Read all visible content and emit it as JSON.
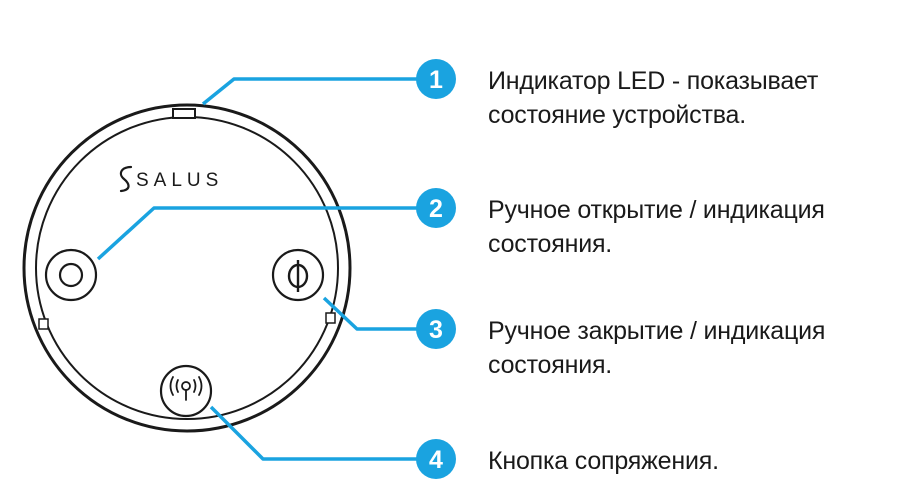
{
  "colors": {
    "accent": "#1aa3e0",
    "outline": "#1a1a1a",
    "text": "#1a1a1a"
  },
  "device": {
    "brand": "SALUS"
  },
  "callouts": [
    {
      "number": "1",
      "line1": "Индикатор LED - показывает",
      "line2": "состояние устройства."
    },
    {
      "number": "2",
      "line1": "Ручное открытие  / индикация",
      "line2": "состояния."
    },
    {
      "number": "3",
      "line1": "Ручное закрытие  / индикация",
      "line2": "состояния."
    },
    {
      "number": "4",
      "line1": "Кнопка сопряжения.",
      "line2": ""
    }
  ]
}
